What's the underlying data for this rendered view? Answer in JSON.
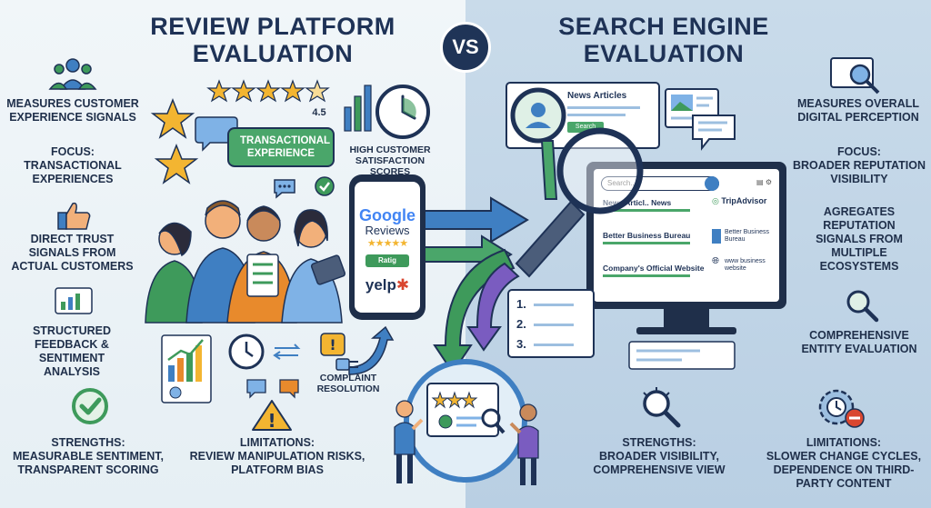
{
  "header": {
    "left_title_line1": "REVIEW PLATFORM",
    "left_title_line2": "EVALUATION",
    "vs": "VS",
    "right_title_line1": "SEARCH ENGINE",
    "right_title_line2": "EVALUATION"
  },
  "left_column": {
    "item1": "MEASURES CUSTOMER EXPERIENCE SIGNALS",
    "item2_line1": "FOCUS:",
    "item2_line2": "TRANSACTIONAL EXPERIENCES",
    "item3": "DIRECT TRUST SIGNALS FROM ACTUAL CUSTOMERS",
    "item4": "STRUCTURED FEEDBACK & SENTIMENT ANALYSIS",
    "strengths_line1": "STRENGTHS:",
    "strengths_line2": "MEASURABLE SENTIMENT, TRANSPARENT SCORING"
  },
  "left_center": {
    "rating": "4.5",
    "speech_bubble": "TRANSACTIONAL EXPERIENCE",
    "satisfaction": "HIGH CUSTOMER SATISFACTION SCORES",
    "phone_brand1": "Google",
    "phone_brand1_sub": "Reviews",
    "phone_button": "Ratig",
    "phone_brand2": "yelp",
    "complaint": "COMPLAINT RESOLUTION",
    "limitations_line1": "LIMITATIONS:",
    "limitations_line2": "REVIEW MANIPULATION RISKS, PLATFORM BIAS"
  },
  "right_center": {
    "news_card_title": "News Articles",
    "news_card_button": "Search",
    "search_placeholder": "Search..",
    "result1": "News Articl.. News",
    "result2": "Better Business Bureau",
    "result3": "Company's Official Website",
    "tripadvisor": "TripAdvisor",
    "bbb_label": "Better Business Bureau",
    "website_label": "www business website",
    "list1": "1.",
    "list2": "2.",
    "list3": "3.",
    "strengths_line1": "STRENGTHS:",
    "strengths_line2": "BROADER VISIBILITY, COMPREHENSIVE VIEW"
  },
  "right_column": {
    "item1": "MEASURES OVERALL DIGITAL PERCEPTION",
    "item2_line1": "FOCUS:",
    "item2_line2": "BROADER REPUTATION VISIBILITY",
    "item3": "AGREGATES REPUTATION SIGNALS FROM MULTIPLE ECOSYSTEMS",
    "item4": "COMPREHENSIVE ENTITY EVALUATION",
    "limitations_line1": "LIMITATIONS:",
    "limitations_line2": "SLOWER CHANGE CYCLES, DEPENDENCE ON THIRD-PARTY CONTENT"
  },
  "colors": {
    "navy": "#1e3256",
    "green": "#3e9a5b",
    "blue": "#3f7fc2",
    "purple": "#7a5cc0",
    "star": "#f3b531",
    "orange": "#e88a2c",
    "red": "#d9462f"
  }
}
